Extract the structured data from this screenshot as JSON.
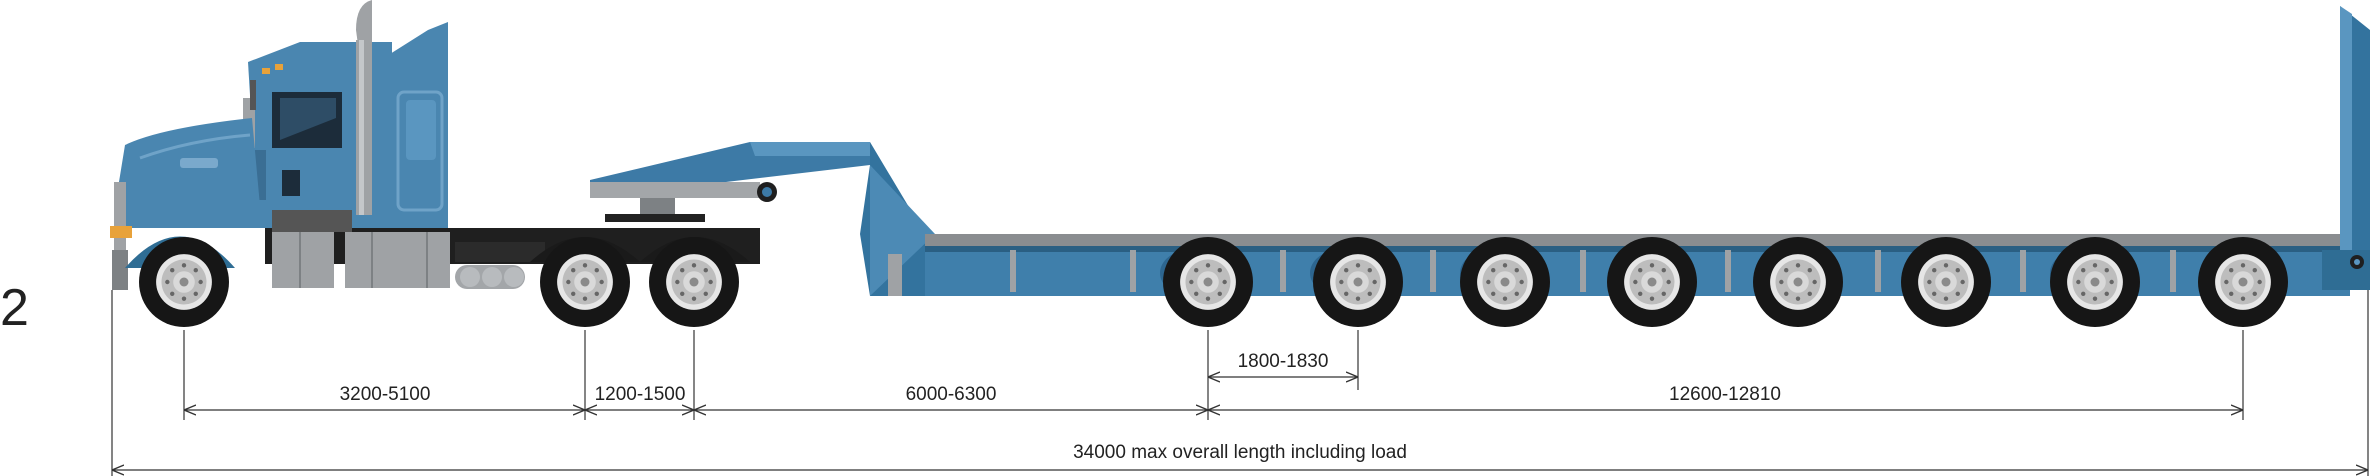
{
  "row_number": "2",
  "colors": {
    "body_blue": "#4a86b0",
    "dark_blue": "#2f6d94",
    "deck_grey": "#8a8d90",
    "steel_grey": "#9fa2a5",
    "chassis_black": "#1f1f1f",
    "tire_black": "#161616",
    "hub_silver": "#cfcfcf",
    "dimension_line": "#333333"
  },
  "vehicle": {
    "prime_mover_icon": "truck-tractor-icon",
    "trailer_icon": "low-loader-trailer-icon",
    "trailer_axle_count": 8
  },
  "dimensions": [
    {
      "label": "3200-5100"
    },
    {
      "label": "1200-1500"
    },
    {
      "label": "6000-6300"
    },
    {
      "label": "1800-1830"
    },
    {
      "label": "12600-12810"
    },
    {
      "label": "34000 max overall length including load"
    }
  ]
}
